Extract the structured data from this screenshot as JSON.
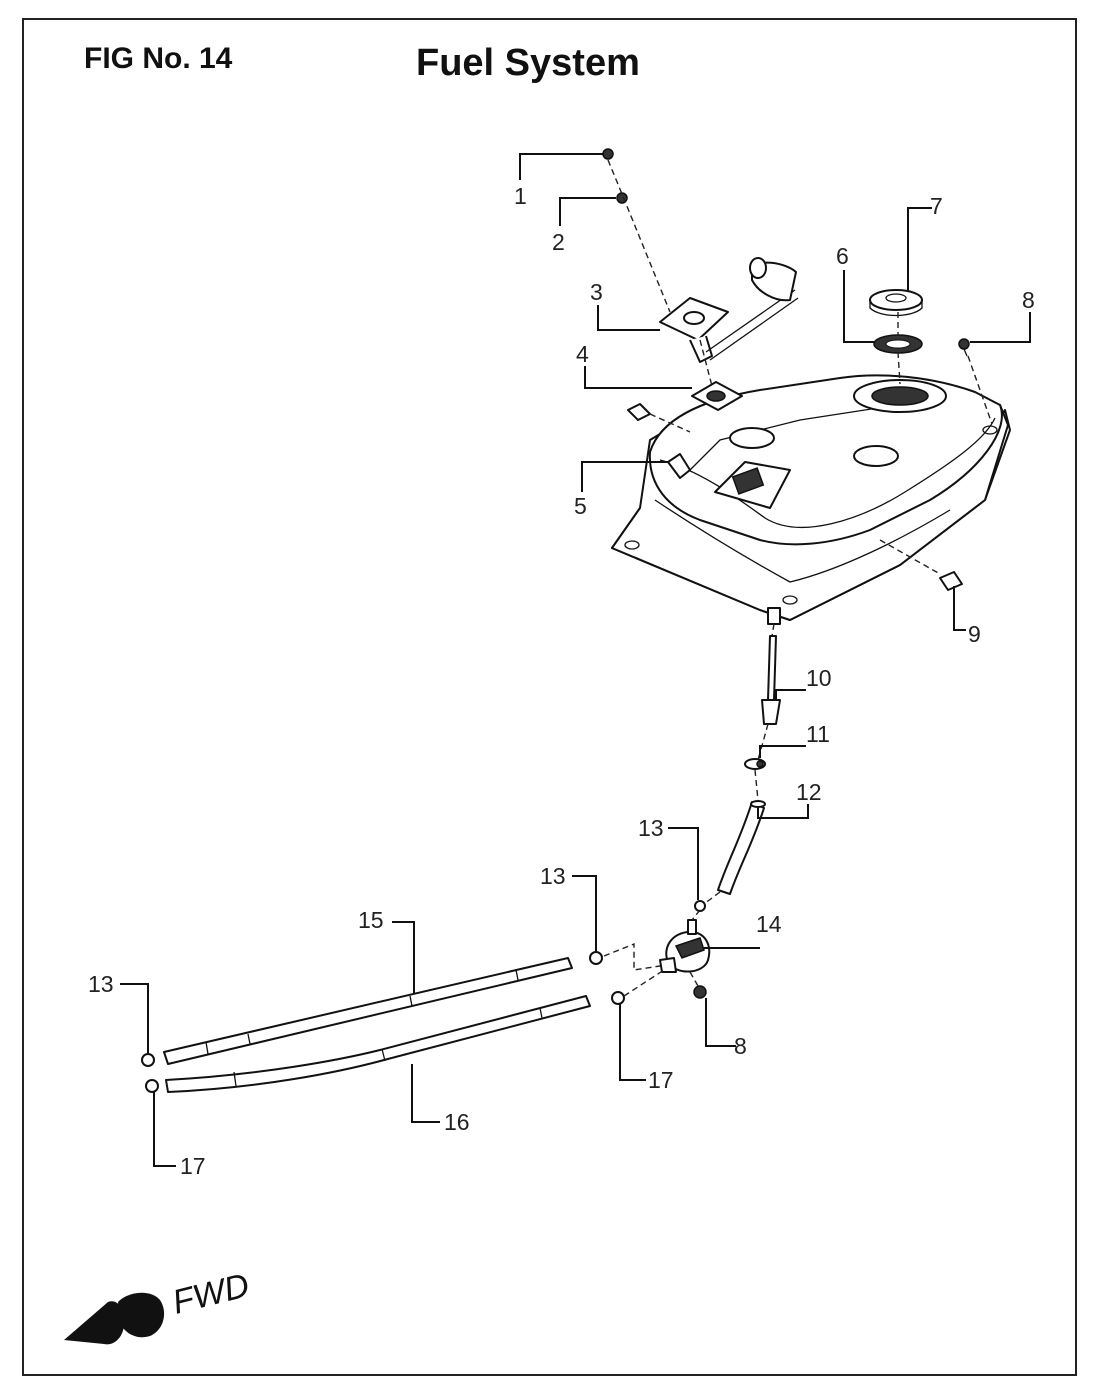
{
  "header": {
    "fig_no": "FIG No. 14",
    "title": "Fuel System"
  },
  "callouts": {
    "c1": "1",
    "c2": "2",
    "c3": "3",
    "c4": "4",
    "c5": "5",
    "c6": "6",
    "c7": "7",
    "c8a": "8",
    "c8b": "8",
    "c9": "9",
    "c10": "10",
    "c11": "11",
    "c12": "12",
    "c13a": "13",
    "c13b": "13",
    "c13c": "13",
    "c14": "14",
    "c15": "15",
    "c16": "16",
    "c17a": "17",
    "c17b": "17"
  },
  "direction": {
    "label": "FWD"
  },
  "colors": {
    "line": "#111111",
    "callout_text": "#222222",
    "background": "#ffffff"
  }
}
